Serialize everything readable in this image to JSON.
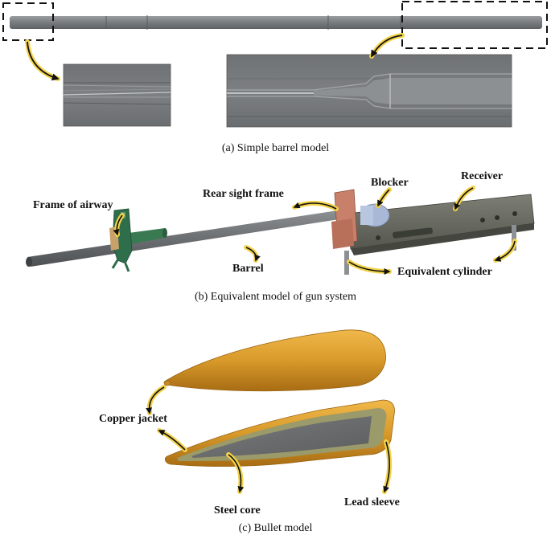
{
  "panel_a": {
    "caption": "(a) Simple barrel model"
  },
  "panel_b": {
    "caption": "(b) Equivalent model of gun system",
    "labels": {
      "frame_of_airway": "Frame of airway",
      "rear_sight_frame": "Rear sight frame",
      "blocker": "Blocker",
      "receiver": "Receiver",
      "barrel": "Barrel",
      "equivalent_cylinder": "Equivalent cylinder"
    }
  },
  "panel_c": {
    "caption": "(c) Bullet model",
    "labels": {
      "copper_jacket": "Copper jacket",
      "steel_core": "Steel core",
      "lead_sleeve": "Lead sleeve"
    }
  },
  "colors": {
    "barrel_grey": "#7a7d80",
    "detail_bg": "#747679",
    "copper": "#d89a2a",
    "lead": "#9b9a6a",
    "steel": "#6e7072",
    "frame_green": "#2f6e4a",
    "rear_sight_copper": "#c8806a",
    "blocker_blue": "#a9b8d6",
    "arrow_yellow": "#f2d24a"
  }
}
